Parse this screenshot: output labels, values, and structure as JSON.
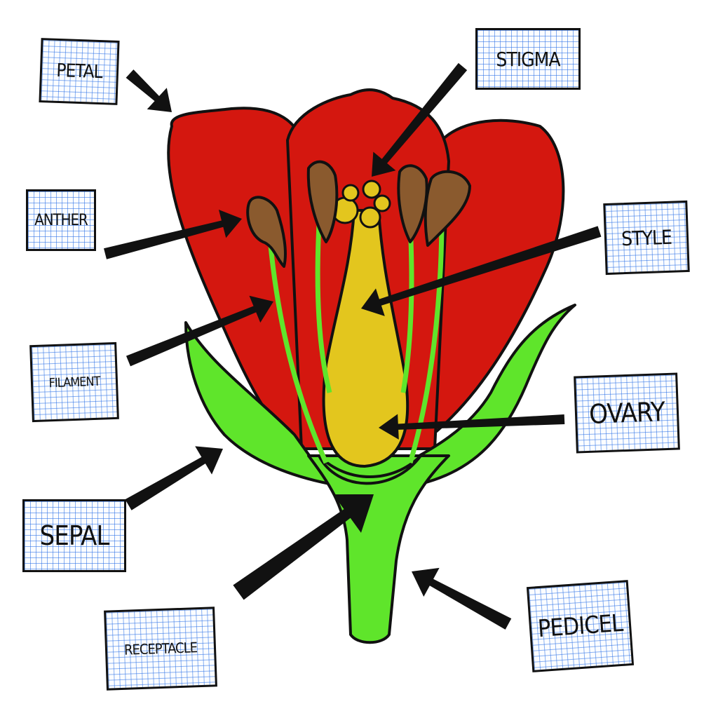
{
  "diagram": {
    "title": "Parts of a flower",
    "labels": {
      "petal": "PETAL",
      "stigma": "STIGMA",
      "anther": "ANTHER",
      "style": "STYLE",
      "filament": "FILAMENT",
      "ovary": "OVARY",
      "sepal": "SEPAL",
      "receptacle": "RECEPTACLE",
      "pedicel": "PEDICEL"
    },
    "colors": {
      "petal": "#d4170f",
      "sepal": "#5fe52b",
      "ovary": "#e3c61e",
      "anther": "#8a5a2e",
      "outline": "#111111",
      "grid": "#2a6ee6"
    }
  }
}
